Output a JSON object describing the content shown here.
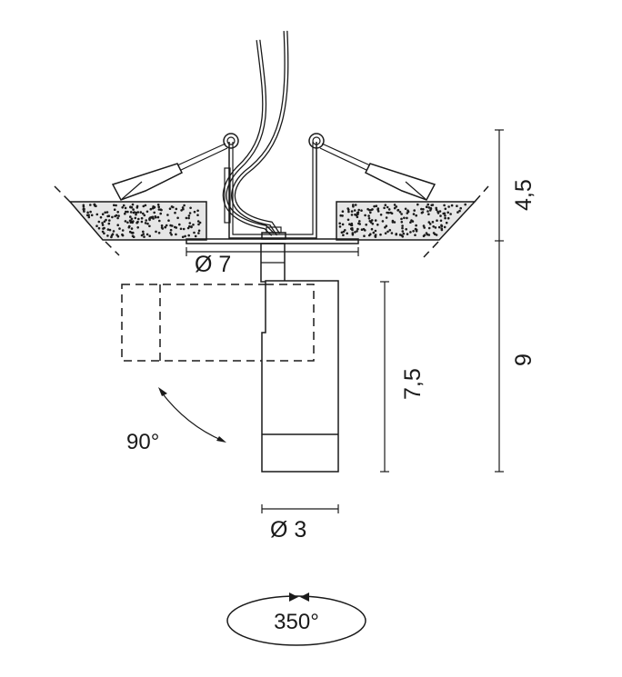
{
  "dimensions": {
    "flange_diameter": "Ø 7",
    "recess_depth": "4,5",
    "total_height": "9",
    "body_length": "7,5",
    "body_diameter": "Ø 3"
  },
  "rotation": {
    "tilt_angle": "90°",
    "swivel_angle": "350°"
  },
  "colors": {
    "line": "#1a1a1a",
    "ceiling_fill": "#e6e6e6"
  }
}
